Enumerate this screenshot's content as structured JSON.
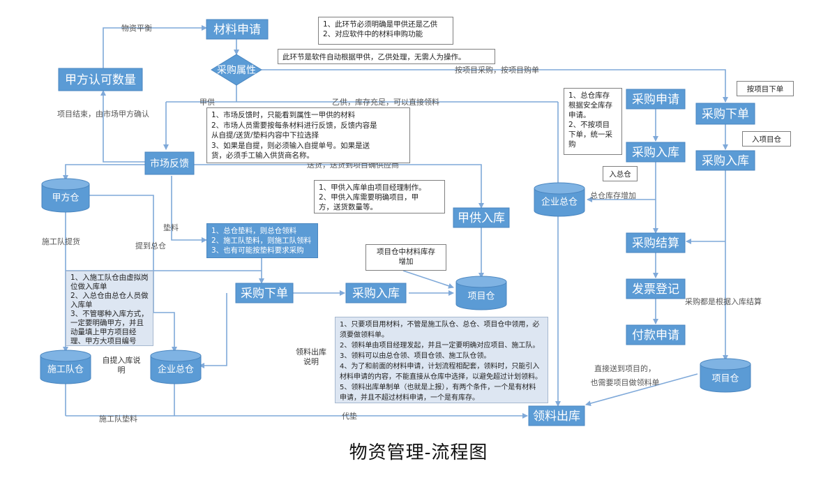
{
  "title": "物资管理-流程图",
  "nodes": {
    "material_request": "材料申请",
    "purchase_attr": "采购属性",
    "party_a_confirm": "甲方认可数量",
    "market_feedback": "市场反馈",
    "party_a_warehouse": "甲方仓",
    "party_a_inbound": "甲供入库",
    "purchase_order_mid": "采购下单",
    "purchase_inbound_mid": "采购入库",
    "project_warehouse_mid": "项目仓",
    "construction_warehouse": "施工队仓",
    "enterprise_warehouse_left": "企业总仓",
    "enterprise_warehouse_mid": "企业总仓",
    "purchase_request_right": "采购申请",
    "purchase_inbound_right": "采购入库",
    "purchase_settlement": "采购结算",
    "invoice_register": "发票登记",
    "payment_request": "付款申请",
    "purchase_order_right": "采购下单",
    "purchase_inbound_far": "采购入库",
    "project_warehouse_right": "项目仓",
    "material_outbound": "领料出库"
  },
  "labels": {
    "material_balance": "物资平衡",
    "project_end": "项目结束，由市场甲方确认",
    "party_a_supply": "甲供",
    "party_b_supply": "乙供，库存充足，可以直接领料",
    "by_project": "按项目采购，按项目购单",
    "delivery": "送货，送货到项目确供应商",
    "advance": "垫料",
    "to_main_warehouse": "提到总仓",
    "team_pickup": "施工队提货",
    "team_advance": "施工队垫料",
    "substitute": "代垫",
    "main_stock_increase": "总仓库存增加",
    "settle_by_inbound": "采购都是根据入库结算",
    "direct_to_project_1": "直接送到项目的，",
    "direct_to_project_2": "也需要项目做领料单",
    "to_main": "入总仓",
    "by_project_order": "按项目下单",
    "to_project_warehouse": "入项目仓",
    "project_stock_increase_1": "项目仓中材料库存",
    "project_stock_increase_2": "增加",
    "self_pickup_1": "自提入库说",
    "self_pickup_2": "明",
    "outbound_note_1": "领料出库",
    "outbound_note_2": "说明"
  },
  "notes": {
    "request_note": [
      "1、此环节必须明确是甲供还是乙供",
      "2、对应软件中的材料申购功能"
    ],
    "attr_note": [
      "此环节是软件自动根据甲供，乙供处理，无需人为操作。"
    ],
    "feedback_note": [
      "1、市场反馈时，只能看到属性一甲供的材料",
      "2、市场人员需要按每条材料进行反馈，反馈内容是",
      "从自提/送货/垫料内容中下拉选择",
      "3、如果是自提，则必须输入自提单号。如果是送",
      "货，必须手工输入供货商名称。"
    ],
    "advance_note": [
      "1、总仓垫料，则总仓领料",
      "2、施工队垫料，则施工队领料",
      "3、也有可能按垫料要求采购"
    ],
    "party_a_note": [
      "1、甲供入库单由项目经理制作。",
      "2、甲供入库需要明确项目，甲",
      "方，送货数量等。"
    ],
    "team_note": [
      "1、入施工队仓由虚拟岗",
      "位做入库单",
      "2、入总仓由总仓人员做",
      "入库单",
      "3、不管哪种入库方式，",
      "一定要明确甲方，并且",
      "动量填上甲方项目经",
      "理、甲方大项目编号"
    ],
    "main_stock_note": [
      "1、总仓库存",
      "根据安全库存",
      "申请。",
      "2、不按项目",
      "下单，统一采",
      "购"
    ],
    "outbound_note": [
      "1、只要项目用材料，不管是施工队仓、总仓、项目仓中领用，必",
      "须要做领料单。",
      "2、领料单由项目经理发起，并且一定要明确对应项目、施工队。",
      "3、领料可以由总仓领、项目仓领、施工队仓领。",
      "4、为了和前面的材料申请，计划流程相配套，领料时，只能引入",
      "材料申请的内容，不能直接从仓库中选择，以避免超过计划领料。",
      "5、领料出库单制单（也就是上报），有两个条件，一个是有材料",
      "申请，并且不超过材料申请，一个是有库存。"
    ]
  },
  "colors": {
    "box": "#5b9bd5",
    "connector": "#7fa9d9",
    "note_gray": "#dde6f2"
  }
}
